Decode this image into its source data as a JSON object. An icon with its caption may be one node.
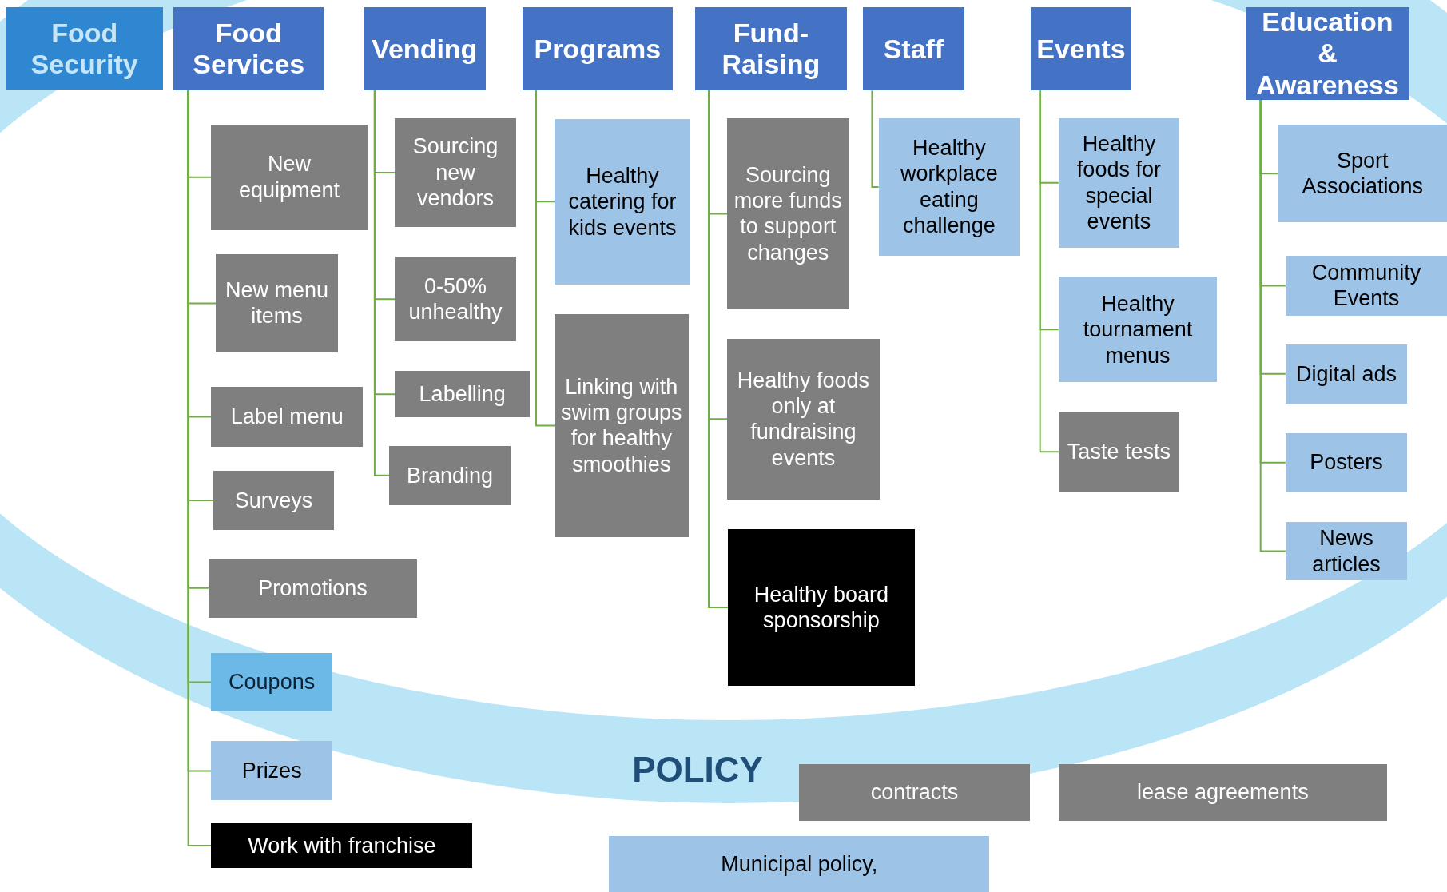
{
  "diagram": {
    "nodes": [
      {
        "text": [
          "Food Security"
        ]
      },
      {
        "text": [
          "Food Services"
        ]
      },
      {
        "text": [
          "New equipment"
        ]
      },
      {
        "text": [
          "New menu items"
        ]
      },
      {
        "text": [
          "Label menu"
        ]
      },
      {
        "text": [
          "Surveys"
        ]
      },
      {
        "text": [
          "Promotions"
        ]
      },
      {
        "text": [
          "Coupons"
        ]
      },
      {
        "text": [
          "Prizes"
        ]
      },
      {
        "text": [
          "Work with franchise"
        ]
      },
      {
        "text": [
          "Vending"
        ]
      },
      {
        "text": [
          "Sourcing new vendors"
        ]
      },
      {
        "text": [
          "0-50% unhealthy"
        ]
      },
      {
        "text": [
          "Labelling"
        ]
      },
      {
        "text": [
          "Branding"
        ]
      },
      {
        "text": [
          "Programs"
        ]
      },
      {
        "text": [
          "Healthy catering for kids events"
        ]
      },
      {
        "text": [
          "Linking with swim groups for healthy smoothies"
        ]
      },
      {
        "text": [
          "Fund-Raising"
        ]
      },
      {
        "text": [
          "Sourcing more funds to support changes"
        ]
      },
      {
        "text": [
          "Healthy foods only at fundraising events"
        ]
      },
      {
        "text": [
          "Healthy board sponsorship"
        ]
      },
      {
        "text": [
          "Staff"
        ]
      },
      {
        "text": [
          "Healthy workplace eating challenge"
        ]
      },
      {
        "text": [
          "Events"
        ]
      },
      {
        "text": [
          "Healthy foods for special events"
        ]
      },
      {
        "text": [
          "Healthy tournament menus"
        ]
      },
      {
        "text": [
          "Taste tests"
        ]
      },
      {
        "text": [
          "Education & Awareness"
        ]
      },
      {
        "text": [
          "Sport Associations"
        ]
      },
      {
        "text": [
          "Community Events"
        ]
      },
      {
        "text": [
          "Digital ads"
        ]
      },
      {
        "text": [
          "Posters"
        ]
      },
      {
        "text": [
          "News articles"
        ]
      },
      {
        "text": [
          "contracts"
        ]
      },
      {
        "text": [
          "lease agreements"
        ]
      },
      {
        "text": [
          "Municipal policy,"
        ]
      }
    ],
    "edges": [
      {
        "from": 1,
        "to": 2,
        "arrow": "none"
      },
      {
        "from": 1,
        "to": 3,
        "arrow": "none"
      },
      {
        "from": 1,
        "to": 4,
        "arrow": "none"
      },
      {
        "from": 1,
        "to": 5,
        "arrow": "none"
      },
      {
        "from": 1,
        "to": 6,
        "arrow": "none"
      },
      {
        "from": 1,
        "to": 7,
        "arrow": "none"
      },
      {
        "from": 1,
        "to": 8,
        "arrow": "none"
      },
      {
        "from": 1,
        "to": 9,
        "arrow": "none"
      },
      {
        "from": 10,
        "to": 11,
        "arrow": "none"
      },
      {
        "from": 10,
        "to": 12,
        "arrow": "none"
      },
      {
        "from": 10,
        "to": 13,
        "arrow": "none"
      },
      {
        "from": 10,
        "to": 14,
        "arrow": "none"
      },
      {
        "from": 15,
        "to": 16,
        "arrow": "none"
      },
      {
        "from": 15,
        "to": 17,
        "arrow": "none"
      },
      {
        "from": 18,
        "to": 19,
        "arrow": "none"
      },
      {
        "from": 18,
        "to": 20,
        "arrow": "none"
      },
      {
        "from": 18,
        "to": 21,
        "arrow": "none"
      },
      {
        "from": 22,
        "to": 23,
        "arrow": "none"
      },
      {
        "from": 24,
        "to": 25,
        "arrow": "none"
      },
      {
        "from": 24,
        "to": 26,
        "arrow": "none"
      },
      {
        "from": 24,
        "to": 27,
        "arrow": "none"
      },
      {
        "from": 28,
        "to": 29,
        "arrow": "none"
      },
      {
        "from": 28,
        "to": 30,
        "arrow": "none"
      },
      {
        "from": 28,
        "to": 31,
        "arrow": "none"
      },
      {
        "from": 28,
        "to": 32,
        "arrow": "none"
      },
      {
        "from": 28,
        "to": 33,
        "arrow": "none"
      }
    ],
    "labels": [
      "POLICY"
    ]
  }
}
